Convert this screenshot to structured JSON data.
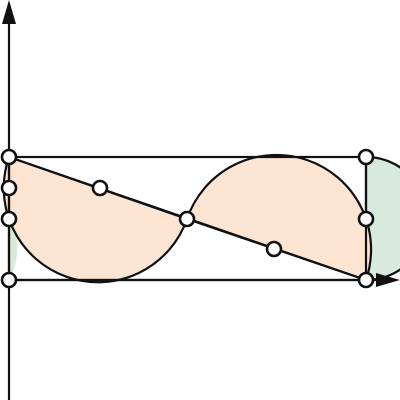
{
  "colors": {
    "background": "#ffffff",
    "stroke": "#111111",
    "half_disk_fill": "#fde5d4",
    "side_region_fill": "#d8eadc",
    "point_fill": "#ffffff"
  },
  "elements": {
    "axes": [
      "x-axis-arrow",
      "y-axis-arrow"
    ],
    "shapes": [
      "rectangle",
      "diagonal",
      "lower-half-disk",
      "upper-half-disk",
      "left-side-region",
      "right-side-region"
    ],
    "point_count": 10
  }
}
